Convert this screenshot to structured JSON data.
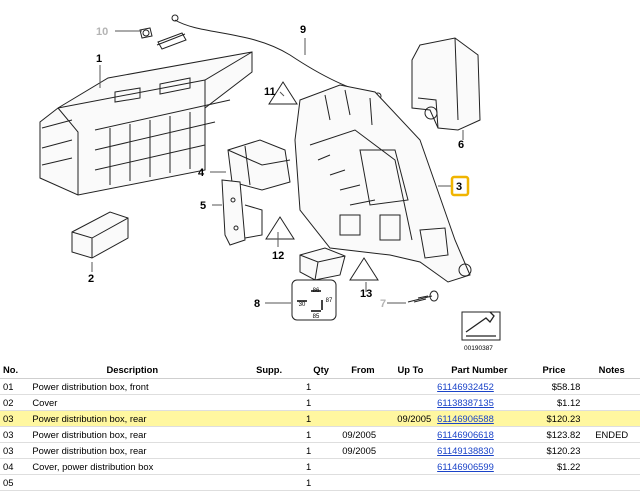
{
  "diagram": {
    "callouts": [
      "10",
      "9",
      "1",
      "11",
      "6",
      "4",
      "3",
      "5",
      "12",
      "2",
      "8",
      "13",
      "7"
    ],
    "selected_callout": "3",
    "image_code": "00190387",
    "relay_labels": [
      "86",
      "30",
      "87",
      "85"
    ],
    "highlight_color": "#f0b400"
  },
  "table": {
    "headers": {
      "no": "No.",
      "description": "Description",
      "supp": "Supp.",
      "qty": "Qty",
      "from": "From",
      "up_to": "Up To",
      "part_number": "Part Number",
      "price": "Price",
      "notes": "Notes"
    },
    "highlight_color": "#fff7a0",
    "link_color": "#1a43c8",
    "rows": [
      {
        "no": "01",
        "description": "Power distribution box, front",
        "supp": "",
        "qty": "1",
        "from": "",
        "up_to": "",
        "part_number": "61146932452",
        "price": "$58.18",
        "notes": ""
      },
      {
        "no": "02",
        "description": "Cover",
        "supp": "",
        "qty": "1",
        "from": "",
        "up_to": "",
        "part_number": "61138387135",
        "price": "$1.12",
        "notes": ""
      },
      {
        "no": "03",
        "description": "Power distribution box, rear",
        "supp": "",
        "qty": "1",
        "from": "",
        "up_to": "09/2005",
        "part_number": "61146906588",
        "price": "$120.23",
        "notes": ""
      },
      {
        "no": "03",
        "description": "Power distribution box, rear",
        "supp": "",
        "qty": "1",
        "from": "09/2005",
        "up_to": "",
        "part_number": "61146906618",
        "price": "$123.82",
        "notes": "ENDED"
      },
      {
        "no": "03",
        "description": "Power distribution box, rear",
        "supp": "",
        "qty": "1",
        "from": "09/2005",
        "up_to": "",
        "part_number": "61149138830",
        "price": "$120.23",
        "notes": ""
      },
      {
        "no": "04",
        "description": "Cover, power distribution box",
        "supp": "",
        "qty": "1",
        "from": "",
        "up_to": "",
        "part_number": "61146906599",
        "price": "$1.22",
        "notes": ""
      },
      {
        "no": "05",
        "description": "",
        "supp": "",
        "qty": "1",
        "from": "",
        "up_to": "",
        "part_number": "",
        "price": "",
        "notes": ""
      }
    ]
  }
}
